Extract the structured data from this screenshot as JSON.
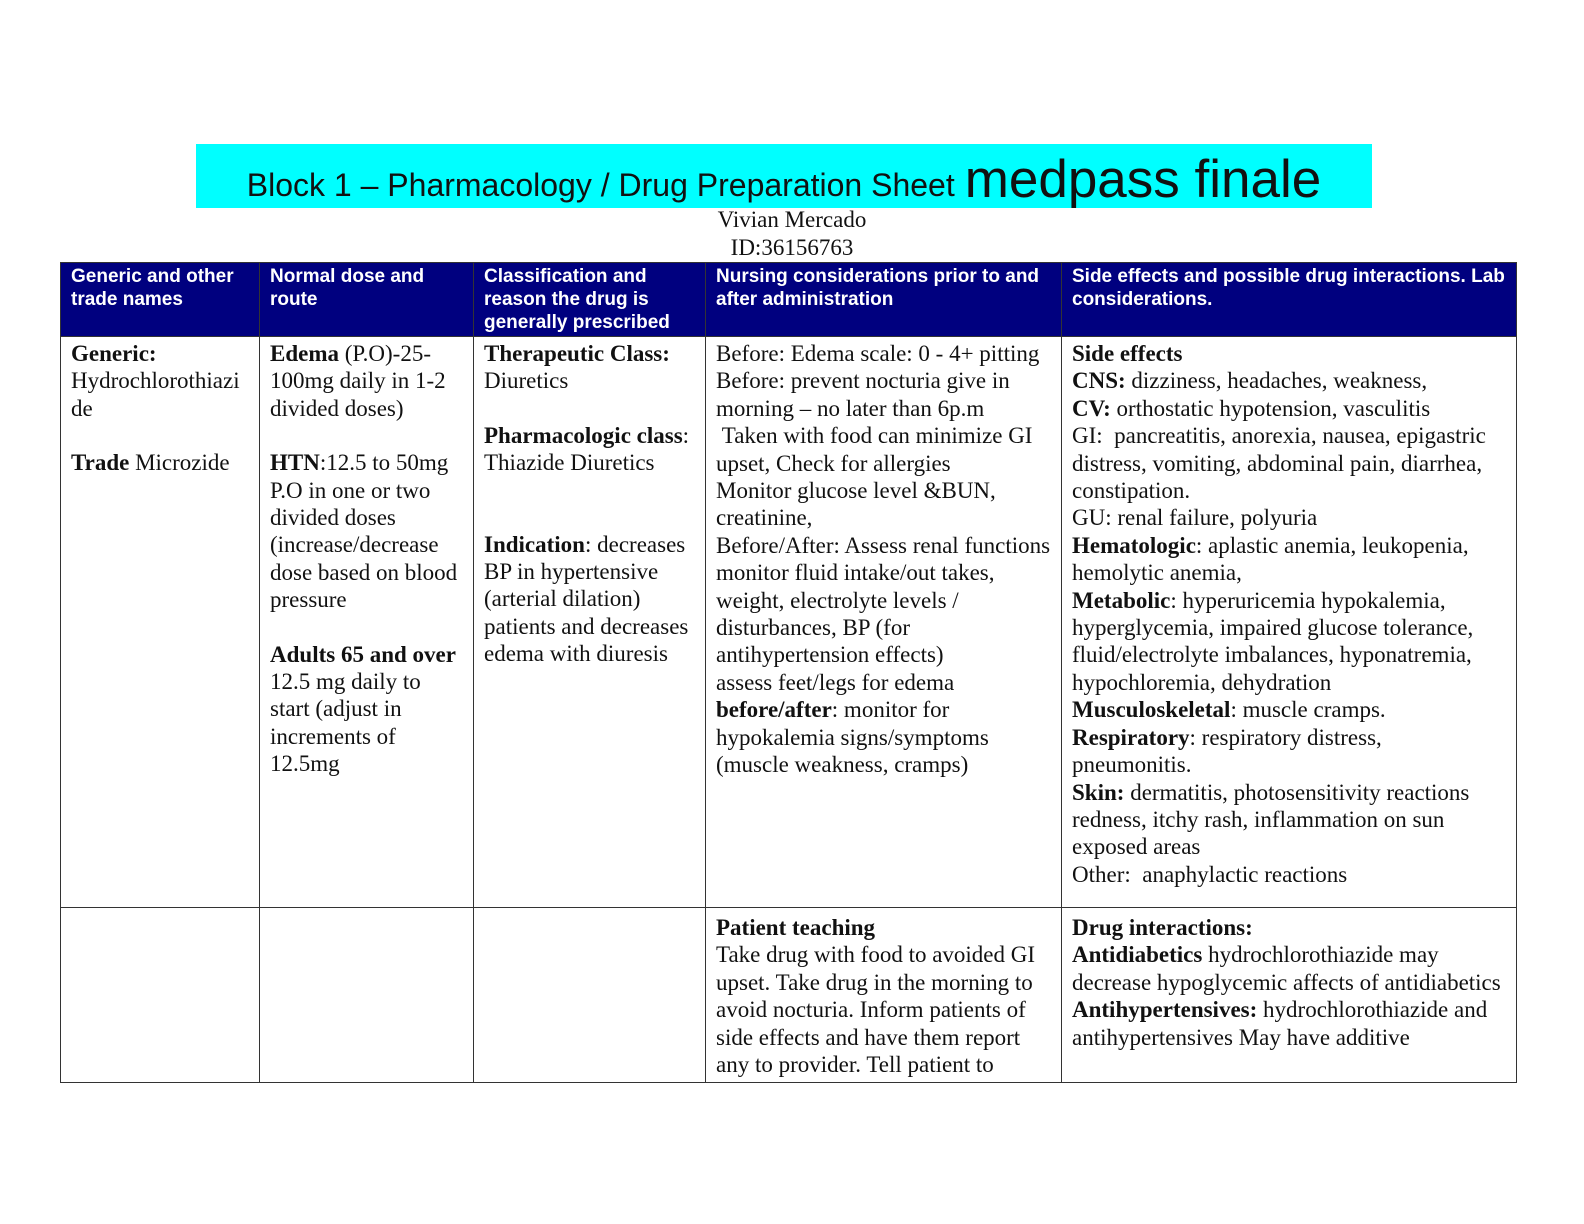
{
  "title": {
    "main": "Block 1 – Pharmacology / Drug Preparation Sheet",
    "big": "medpass finale"
  },
  "author": "Vivian Mercado",
  "student_id": "ID:36156763",
  "colors": {
    "title_highlight": "#00ffff",
    "header_bg": "#00007f",
    "header_text": "#ffffff"
  },
  "headers": [
    "Generic and other trade names",
    "Normal dose and route",
    "Classification and reason the drug is generally prescribed",
    "Nursing considerations prior to and after administration",
    "Side effects and possible drug interactions. Lab considerations."
  ],
  "col1": {
    "generic_label": "Generic:",
    "generic_value": "Hydrochlorothiazide",
    "trade_label": "Trade",
    "trade_value": " Microzide"
  },
  "col2": {
    "edema_label": "Edema",
    "edema_text": " (P.O)-25-100mg daily in 1-2 divided doses)",
    "htn_label": "HTN",
    "htn_text": ":12.5 to 50mg P.O in one or two divided doses (increase/decrease dose based on blood pressure",
    "adults_label": "Adults 65 and over",
    "adults_text": "12.5 mg daily to start (adjust in increments of 12.5mg"
  },
  "col3": {
    "therapeutic_label": "Therapeutic Class:",
    "therapeutic_value": "Diuretics",
    "pharm_label": "Pharmacologic class",
    "pharm_value": ": Thiazide Diuretics",
    "indication_label": "Indication",
    "indication_value": ": decreases BP in hypertensive (arterial dilation) patients and decreases edema with diuresis"
  },
  "col4": {
    "lines": [
      "Before: Edema scale: 0 - 4+ pitting",
      "Before: prevent nocturia give in morning – no later than 6p.m",
      " Taken with food can minimize GI upset, Check for allergies",
      "Monitor glucose level &BUN, creatinine,",
      "Before/After: Assess renal functions",
      "monitor fluid intake/out takes, weight, electrolyte levels / disturbances, BP (for antihypertension effects)",
      "assess feet/legs for edema"
    ],
    "ba_label": "before/after",
    "ba_text": ": monitor for hypokalemia signs/symptoms (muscle weakness, cramps)"
  },
  "col5": {
    "heading": "Side effects",
    "cns_label": "CNS:",
    "cns_text": " dizziness, headaches, weakness,",
    "cv_label": "CV:",
    "cv_text": " orthostatic hypotension, vasculitis",
    "gi_text": "GI:  pancreatitis, anorexia, nausea, epigastric distress, vomiting, abdominal pain, diarrhea, constipation.",
    "gu_text": "GU: renal failure, polyuria",
    "hema_label": "Hematologic",
    "hema_text": ": aplastic anemia, leukopenia, hemolytic anemia,",
    "meta_label": "Metabolic",
    "meta_text": ": hyperuricemia hypokalemia, hyperglycemia, impaired glucose tolerance, fluid/electrolyte imbalances, hyponatremia, hypochloremia, dehydration",
    "musc_label": "Musculoskeletal",
    "musc_text": ": muscle cramps.",
    "resp_label": "Respiratory",
    "resp_text": ": respiratory distress, pneumonitis.",
    "skin_label": "Skin:",
    "skin_text": " dermatitis, photosensitivity reactions redness, itchy rash, inflammation on sun exposed areas",
    "other_text": "Other:  anaphylactic reactions"
  },
  "row2": {
    "teaching_label": "Patient teaching",
    "teaching_text": "Take drug with food to avoided GI upset. Take drug in the morning to avoid nocturia. Inform patients of side effects and have them report any to provider. Tell patient to",
    "interactions_label": "Drug interactions:",
    "antidiab_label": "Antidiabetics",
    "antidiab_text": " hydrochlorothiazide may decrease hypoglycemic affects of antidiabetics",
    "antihyp_label": "Antihypertensives:",
    "antihyp_text": " hydrochlorothiazide and antihypertensives May have additive"
  }
}
